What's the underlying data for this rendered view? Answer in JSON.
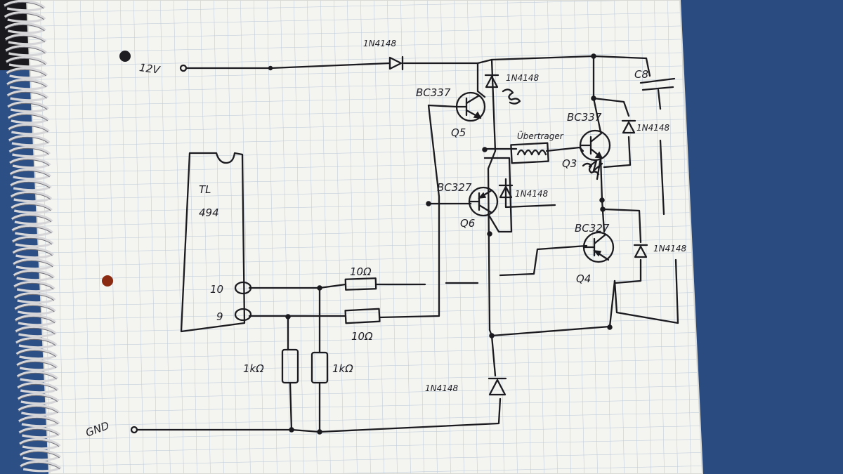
{
  "labels": {
    "v12": "12V",
    "gnd": "GND",
    "chip_line1": "TL",
    "chip_line2": "494",
    "pin10": "10",
    "pin9": "9",
    "d_top": "1N4148",
    "d_q5": "1N4148",
    "d_q6": "1N4148",
    "d_q3": "1N4148",
    "d_q4": "1N4148",
    "d_bottom": "1N4148",
    "q5_type": "BC337",
    "q5_name": "Q5",
    "q6_type": "BC327",
    "q6_name": "Q6",
    "q3_type": "BC337",
    "q3_name": "Q3",
    "q4_type": "BC327",
    "q4_name": "Q4",
    "r_top": "10Ω",
    "r_mid": "10Ω",
    "r_left": "1kΩ",
    "r_right": "1kΩ",
    "transformer": "Übertrager",
    "capacitor": "C8"
  },
  "colors": {
    "ink": "#1b1b1f",
    "paper": "#f4f4f1",
    "grid": "#b9c8d8",
    "background": "#2c4f86"
  }
}
